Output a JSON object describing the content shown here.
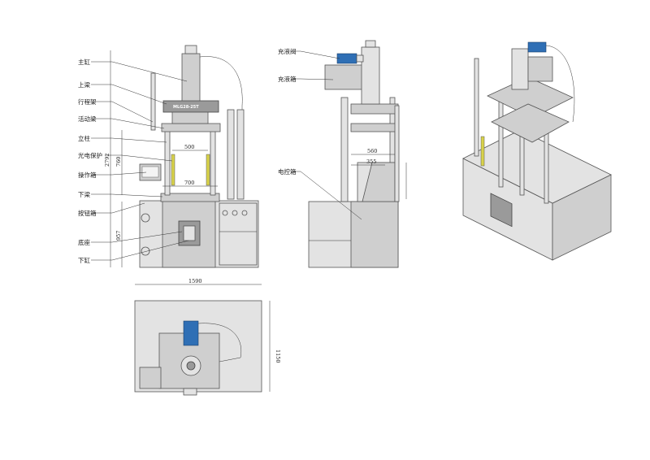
{
  "front_view": {
    "labels": [
      "主缸",
      "上梁",
      "行程架",
      "活动梁",
      "立柱",
      "光电保护",
      "操作箱",
      "下梁",
      "按钮箱",
      "底座",
      "下缸"
    ],
    "dims": {
      "column_spacing": "500",
      "table_width": "700",
      "total_height": "2792",
      "stroke": "760",
      "base_height": "957"
    },
    "nameplate": "MLG28-25T"
  },
  "side_view": {
    "labels": [
      "充液阀",
      "充液箱",
      "电控箱"
    ],
    "dims": {
      "width_a": "560",
      "width_b": "355"
    }
  },
  "top_view": {
    "dims": {
      "length": "1590",
      "depth": "1150"
    }
  },
  "colors": {
    "line": "#333333",
    "body": "#cfcfcf",
    "valve": "#2f6fb5",
    "sensor": "#d8d24a"
  }
}
